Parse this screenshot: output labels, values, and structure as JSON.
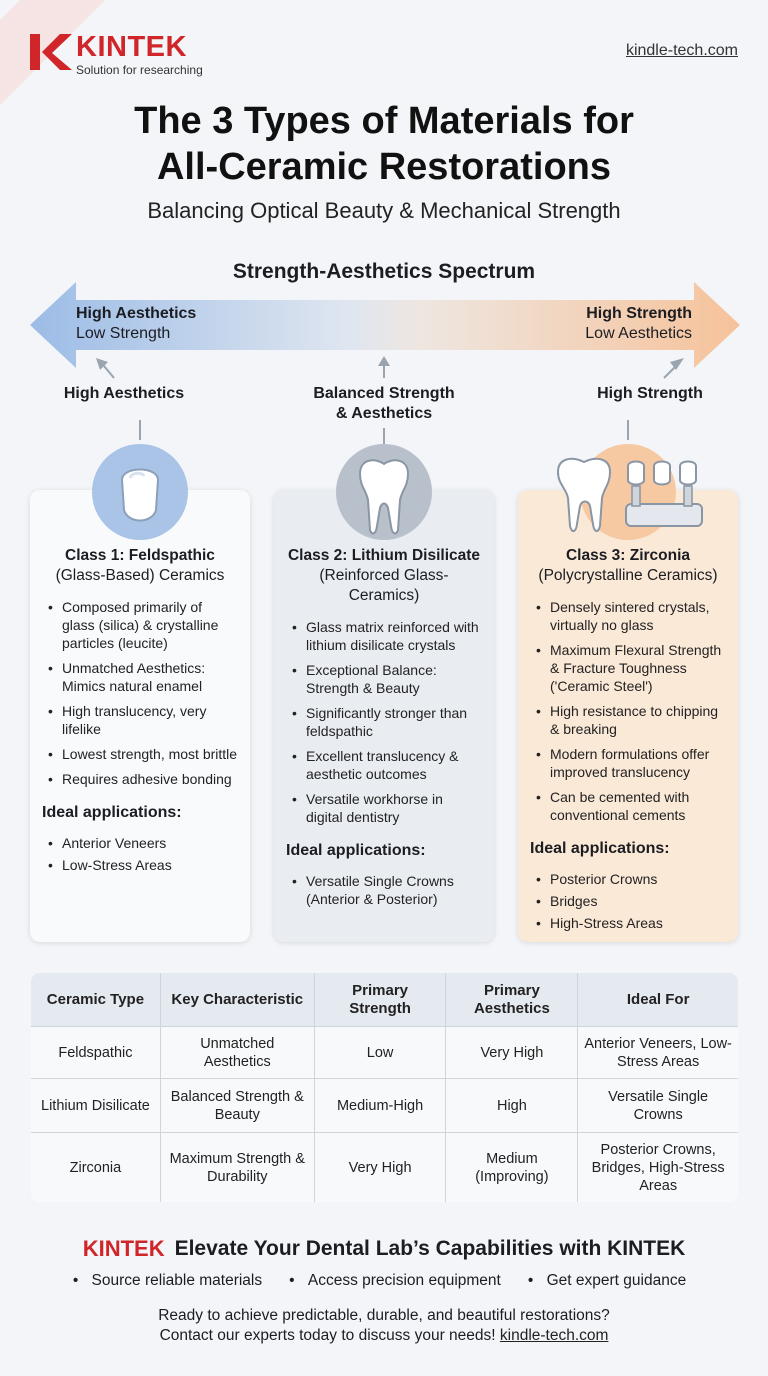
{
  "brand": {
    "name": "KINTEK",
    "tagline": "Solution for researching",
    "site": "kindle-tech.com"
  },
  "header": {
    "title_line1": "The 3 Types of Materials for",
    "title_line2": "All-Ceramic Restorations",
    "subtitle": "Balancing Optical Beauty & Mechanical Strength"
  },
  "spectrum": {
    "title": "Strength-Aesthetics Spectrum",
    "left_line1": "High Aesthetics",
    "left_line2": "Low Strength",
    "right_line1": "High Strength",
    "right_line2": "Low Aesthetics",
    "point_left": "High Aesthetics",
    "point_mid_line1": "Balanced Strength",
    "point_mid_line2": "& Aesthetics",
    "point_right": "High Strength"
  },
  "cards": [
    {
      "title_line1": "Class 1: Feldspathic",
      "title_line2": "(Glass-Based) Ceramics",
      "bullets": [
        "Composed primarily of glass (silica) & crystalline particles (leucite)",
        "Unmatched Aesthetics: Mimics natural enamel",
        "High translucency, very lifelike",
        "Lowest strength, most brittle",
        "Requires adhesive bonding"
      ],
      "ideal_label": "Ideal applications:",
      "applications": [
        "Anterior Veneers",
        "Low-Stress Areas"
      ]
    },
    {
      "title_line1": "Class 2: Lithium Disilicate",
      "title_line2": "(Reinforced Glass-Ceramics)",
      "bullets": [
        "Glass matrix reinforced with lithium disilicate crystals",
        "Exceptional Balance: Strength & Beauty",
        "Significantly stronger than feldspathic",
        "Excellent translucency & aesthetic outcomes",
        "Versatile workhorse in digital dentistry"
      ],
      "ideal_label": "Ideal applications:",
      "applications": [
        "Versatile Single Crowns (Anterior & Posterior)"
      ]
    },
    {
      "title_line1": "Class 3: Zirconia",
      "title_line2": "(Polycrystalline Ceramics)",
      "bullets": [
        "Densely sintered crystals, virtually no glass",
        "Maximum Flexural Strength & Fracture Toughness ('Ceramic Steel')",
        "High resistance to chipping & breaking",
        "Modern formulations offer improved translucency",
        "Can be cemented with conventional cements"
      ],
      "ideal_label": "Ideal applications:",
      "applications": [
        "Posterior Crowns",
        "Bridges",
        "High-Stress Areas"
      ]
    }
  ],
  "table": {
    "headers": [
      "Ceramic Type",
      "Key Characteristic",
      "Primary Strength",
      "Primary Aesthetics",
      "Ideal For"
    ],
    "rows": [
      [
        "Feldspathic",
        "Unmatched Aesthetics",
        "Low",
        "Very High",
        "Anterior Veneers, Low-Stress Areas"
      ],
      [
        "Lithium Disilicate",
        "Balanced Strength & Beauty",
        "Medium-High",
        "High",
        "Versatile Single Crowns"
      ],
      [
        "Zirconia",
        "Maximum Strength & Durability",
        "Very High",
        "Medium (Improving)",
        "Posterior Crowns, Bridges, High-Stress Areas"
      ]
    ]
  },
  "footer": {
    "cta_brand": "KINTEK",
    "cta": "Elevate Your Dental Lab’s Capabilities with KINTEK",
    "bullets": [
      "Source reliable materials",
      "Access precision equipment",
      "Get expert guidance"
    ],
    "closing_line1": "Ready to achieve predictable, durable, and beautiful restorations?",
    "closing_line2": "Contact our experts today to discuss your needs!",
    "closing_link": "kindle-tech.com"
  },
  "colors": {
    "brand_red": "#d0262a",
    "aesthetics_blue": "#a9c4e6",
    "strength_orange": "#f6c9a3"
  }
}
